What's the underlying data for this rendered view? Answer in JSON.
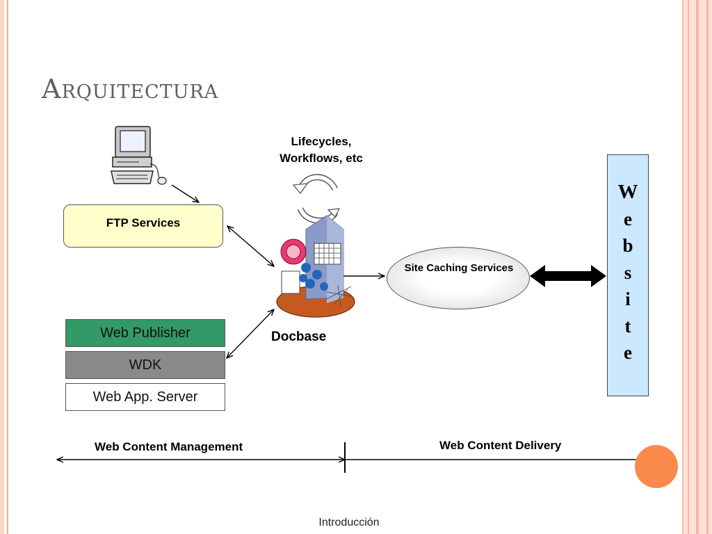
{
  "slide": {
    "title": "Arquitectura",
    "footer": "Introducción"
  },
  "diagram": {
    "ftp_services": "FTP Services",
    "web_publisher": "Web Publisher",
    "wdk": "WDK",
    "web_app_server": "Web App. Server",
    "lifecycles_line1": "Lifecycles,",
    "lifecycles_line2": "Workflows, etc",
    "docbase": "Docbase",
    "site_caching_services": "Site Caching Services",
    "website_letters": [
      "W",
      "e",
      "b",
      "s",
      "i",
      "t",
      "e"
    ],
    "web_content_management": "Web Content Management",
    "web_content_delivery": "Web Content Delivery"
  },
  "icons": {
    "computer": "desktop-computer-icon",
    "cycle_arrows": "refresh-arrows-icon",
    "docbase": "repository-icon",
    "cache": "cache-database-icon"
  },
  "colors": {
    "ftp_fill": "#ffffcc",
    "web_publisher_fill": "#339966",
    "wdk_fill": "#8a8a8a",
    "website_fill": "#cce8ff",
    "accent_orange": "#fa8a4b",
    "docbase_base": "#c65a1e"
  }
}
